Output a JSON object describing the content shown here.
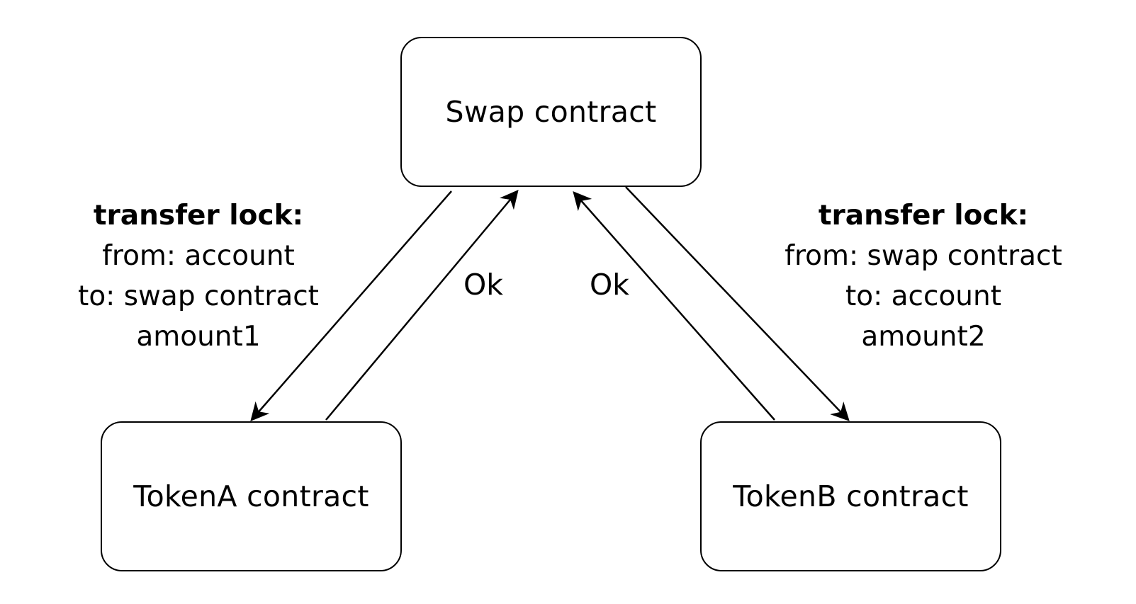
{
  "nodes": {
    "swap": "Swap contract",
    "token_a": "TokenA contract",
    "token_b": "TokenB contract"
  },
  "left_message": {
    "title": "transfer lock:",
    "from": "from: account",
    "to": "to: swap contract",
    "amount": "amount1"
  },
  "right_message": {
    "title": "transfer lock:",
    "from": "from: swap contract",
    "to": "to: account",
    "amount": "amount2"
  },
  "responses": {
    "left": "Ok",
    "right": "Ok"
  }
}
